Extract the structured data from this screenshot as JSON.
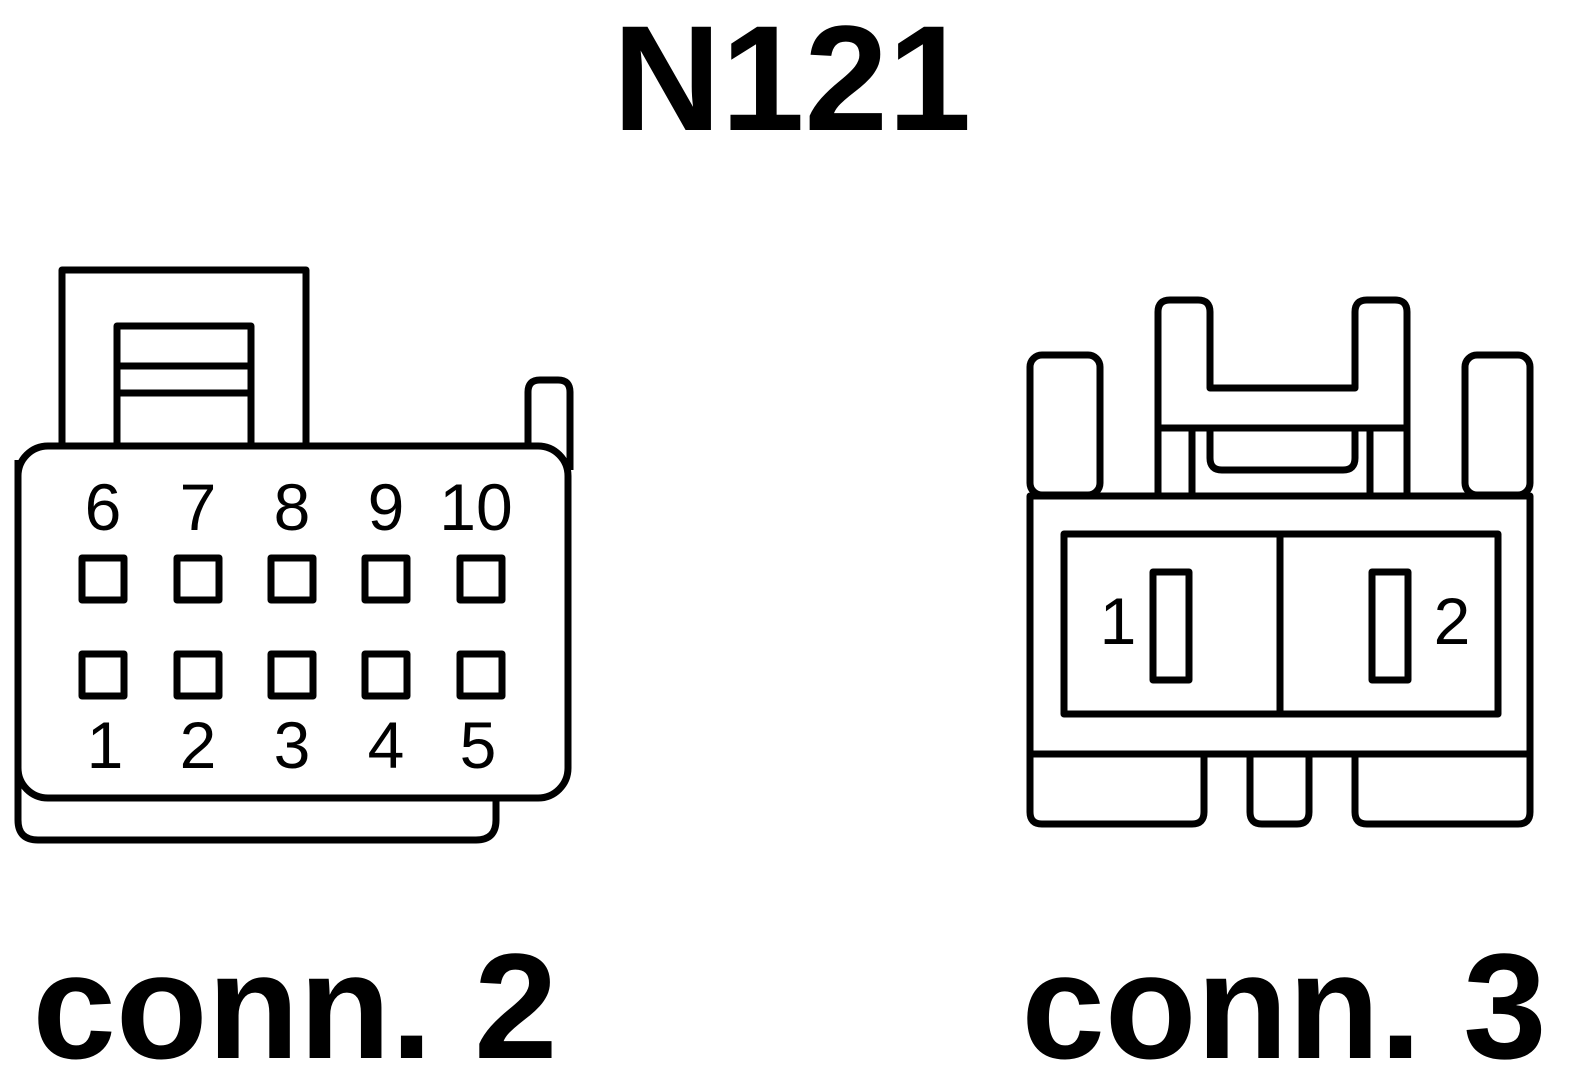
{
  "title": "N121",
  "conn2": {
    "label": "conn. 2",
    "top_row_pins": [
      "6",
      "7",
      "8",
      "9",
      "10"
    ],
    "bottom_row_pins": [
      "1",
      "2",
      "3",
      "4",
      "5"
    ]
  },
  "conn3": {
    "label": "conn. 3",
    "pins": [
      "1",
      "2"
    ]
  },
  "colors": {
    "line": "#000000",
    "background": "#ffffff"
  }
}
